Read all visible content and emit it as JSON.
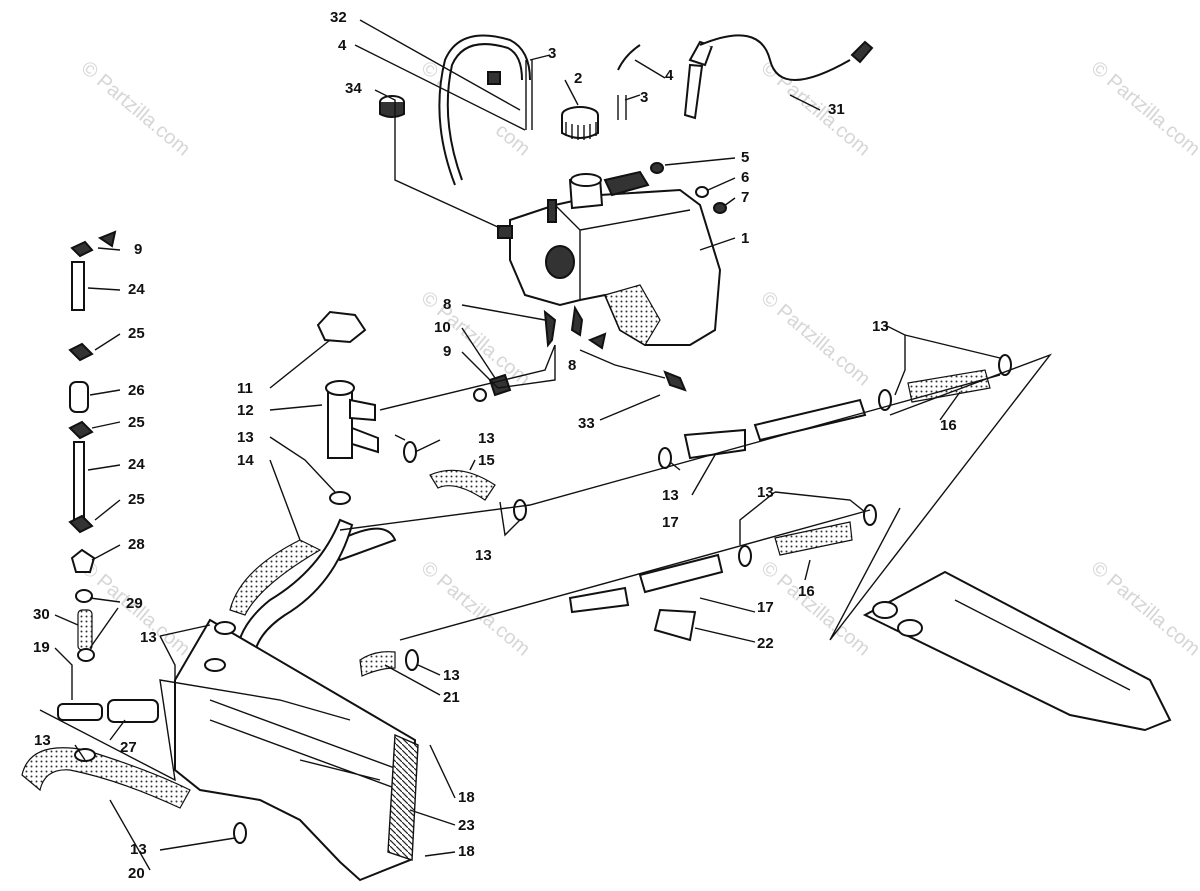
{
  "watermarks": [
    "© Partzilla.com",
    "© Partzilla.com",
    "© Partzilla.com",
    "© Partzilla.com",
    "© Partzilla.com",
    "© Partzilla.com",
    "© Partzilla.com",
    "© Partzilla.com",
    "© Partzilla.com",
    "© Partzilla.com"
  ],
  "callouts": [
    "32",
    "4",
    "3",
    "2",
    "4",
    "3",
    "34",
    "31",
    "5",
    "6",
    "7",
    "1",
    "9",
    "24",
    "25",
    "26",
    "25",
    "24",
    "25",
    "28",
    "29",
    "30",
    "19",
    "27",
    "8",
    "10",
    "9",
    "11",
    "12",
    "13",
    "14",
    "13",
    "15",
    "13",
    "17",
    "13",
    "8",
    "33",
    "13",
    "16",
    "13",
    "17",
    "16",
    "22",
    "13",
    "21",
    "13",
    "18",
    "18",
    "23",
    "13",
    "20"
  ],
  "colors": {
    "ink": "#111111",
    "watermark": "#d6d6d6",
    "background": "#ffffff"
  }
}
